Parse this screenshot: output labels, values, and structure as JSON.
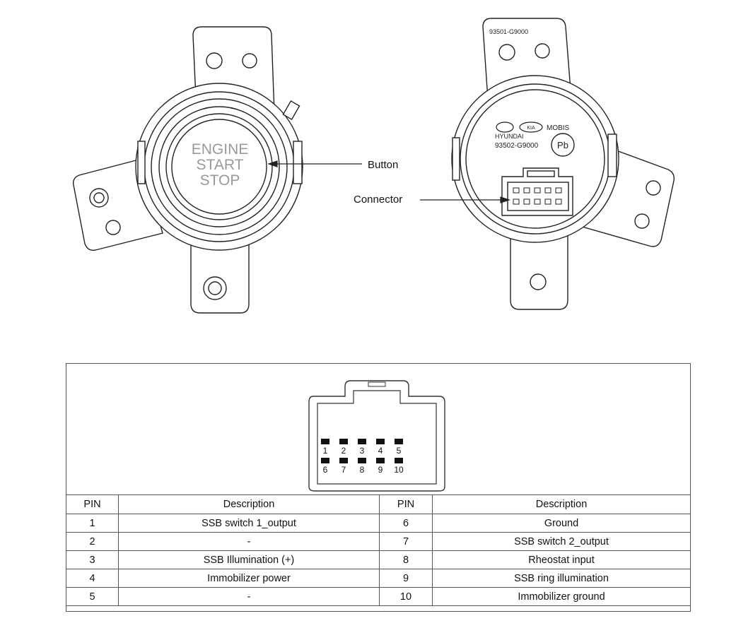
{
  "switch_front": {
    "button_text": [
      "ENGINE",
      "START",
      "STOP"
    ]
  },
  "switch_rear": {
    "label_part_top": "93501-G9000",
    "label_brand_1": "HYUNDAI",
    "label_brand_2": "MOBIS",
    "label_brand_kia": "KIA",
    "label_part_mid": "93502-G9000",
    "label_pb": "Pb"
  },
  "callouts": {
    "button": "Button",
    "connector": "Connector"
  },
  "connector": {
    "top_row": [
      "1",
      "2",
      "3",
      "4",
      "5"
    ],
    "bottom_row": [
      "6",
      "7",
      "8",
      "9",
      "10"
    ]
  },
  "table": {
    "headers": [
      "PIN",
      "Description",
      "PIN",
      "Description"
    ],
    "rows": [
      [
        "1",
        "SSB switch 1_output",
        "6",
        "Ground"
      ],
      [
        "2",
        "-",
        "7",
        "SSB switch 2_output"
      ],
      [
        "3",
        "SSB Illumination (+)",
        "8",
        "Rheostat input"
      ],
      [
        "4",
        "Immobilizer power",
        "9",
        "SSB ring illumination"
      ],
      [
        "5",
        "-",
        "10",
        "Immobilizer ground"
      ]
    ]
  }
}
